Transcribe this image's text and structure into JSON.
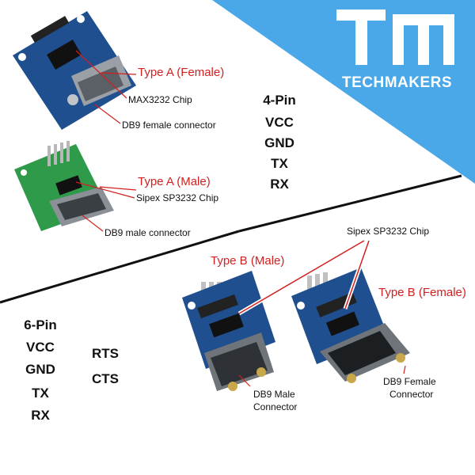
{
  "brand": {
    "name": "TECHMAKERS",
    "logo": "TM",
    "color": "#4aa8e8"
  },
  "colors": {
    "label_red": "#d32020",
    "pcb_blue": "#1f4f8f",
    "pcb_green": "#2f9a4a",
    "text": "#111111"
  },
  "top_section": {
    "type_a_female": "Type A (Female)",
    "max_chip": "MAX3232 Chip",
    "db9_female": "DB9 female connector",
    "type_a_male": "Type A (Male)",
    "sipex_chip_a": "Sipex SP3232 Chip",
    "db9_male": "DB9 male connector",
    "pins": [
      "4-Pin",
      "VCC",
      "GND",
      "TX",
      "RX"
    ]
  },
  "bottom_section": {
    "sipex_chip_b": "Sipex SP3232 Chip",
    "type_b_male": "Type B (Male)",
    "type_b_female": "Type B (Female)",
    "db9_male_line1": "DB9 Male",
    "db9_male_line2": "Connector",
    "db9_female_line1": "DB9 Female",
    "db9_female_line2": "Connector",
    "pins_left": [
      "6-Pin",
      "VCC",
      "GND",
      "TX",
      "RX"
    ],
    "pins_right": [
      "RTS",
      "CTS"
    ]
  }
}
